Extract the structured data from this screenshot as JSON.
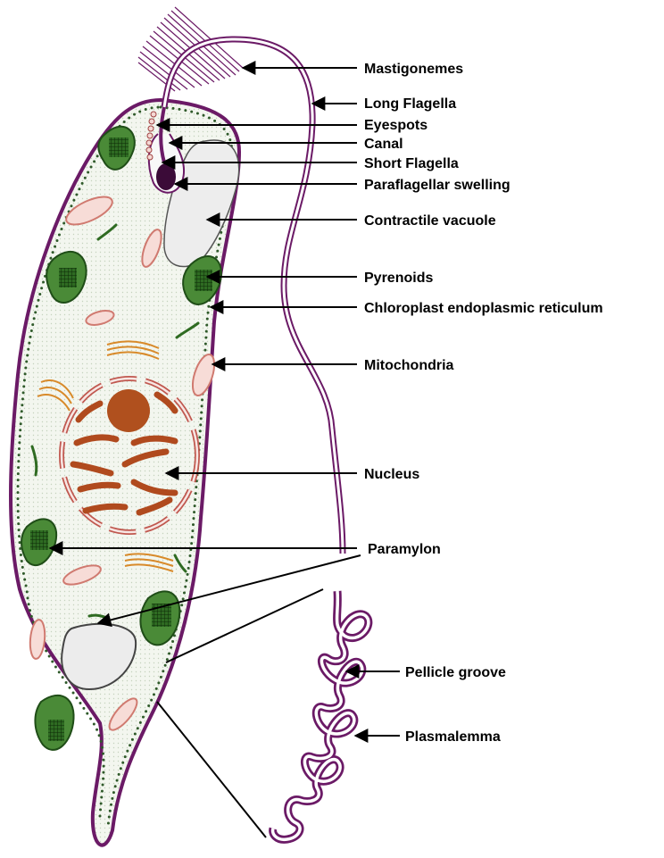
{
  "labels": {
    "mastigonemes": "Mastigonemes",
    "long_flagella": "Long Flagella",
    "eyespots": "Eyespots",
    "canal": "Canal",
    "short_flagella": "Short Flagella",
    "paraflagellar_swelling": "Paraflagellar swelling",
    "contractile_vacuole": "Contractile vacuole",
    "pyrenoids": "Pyrenoids",
    "chloroplast_er": "Chloroplast endoplasmic reticulum",
    "mitochondria": "Mitochondria",
    "nucleus": "Nucleus",
    "paramylon": "Paramylon",
    "pellicle_groove": "Pellicle groove",
    "plasmalemma": "Plasmalemma"
  },
  "colors": {
    "membrane": "#6b1a66",
    "flagellum_fill": "#ffffff",
    "cytoplasm": "#f2f5ee",
    "cytoplasm_dots": "#c9d4c0",
    "chloroplast": "#3d7a2e",
    "chloroplast_dark": "#1f4d17",
    "mitochondria": "#e38a80",
    "golgi": "#e2a04a",
    "nucleus": "#b04a1e",
    "nuclear_envelope": "#c0584f",
    "vacuole": "#eeeeee",
    "er_strand": "#2f6b22",
    "dot_border": "#2f5a2a",
    "swelling": "#3b0b38"
  },
  "icons": [
    "flagellum",
    "mastigoneme-hairs",
    "eyespot-granules",
    "chloroplast",
    "pyrenoid-grid",
    "mitochondrion",
    "golgi-stack",
    "nucleolus",
    "chromosomes",
    "contractile-vacuole",
    "paramylon-grain",
    "pellicle-strip"
  ]
}
